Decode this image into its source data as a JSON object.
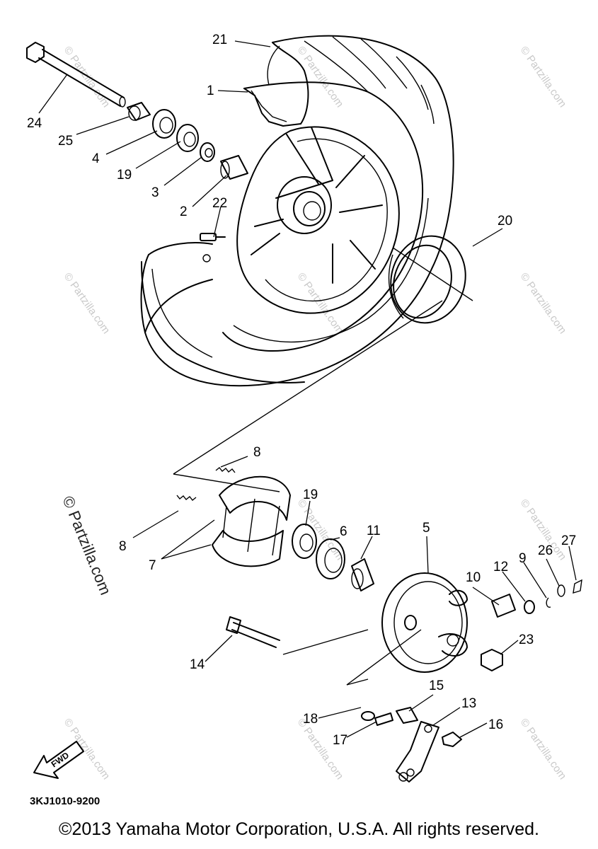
{
  "diagram": {
    "callouts": {
      "p21": "21",
      "p1": "1",
      "p24": "24",
      "p25": "25",
      "p4": "4",
      "p19a": "19",
      "p3": "3",
      "p2": "2",
      "p22": "22",
      "p20": "20",
      "p8a": "8",
      "p8b": "8",
      "p7": "7",
      "p19b": "19",
      "p6": "6",
      "p11": "11",
      "p5": "5",
      "p10": "10",
      "p12": "12",
      "p9": "9",
      "p26": "26",
      "p27": "27",
      "p23": "23",
      "p14": "14",
      "p15": "15",
      "p13": "13",
      "p16": "16",
      "p18": "18",
      "p17": "17"
    },
    "fwd_label": "FWD",
    "part_code": "3KJ1010-9200",
    "watermark": "© Partzilla.com"
  },
  "footer": {
    "copyright": "©2013 Yamaha Motor Corporation, U.S.A. All rights reserved."
  }
}
